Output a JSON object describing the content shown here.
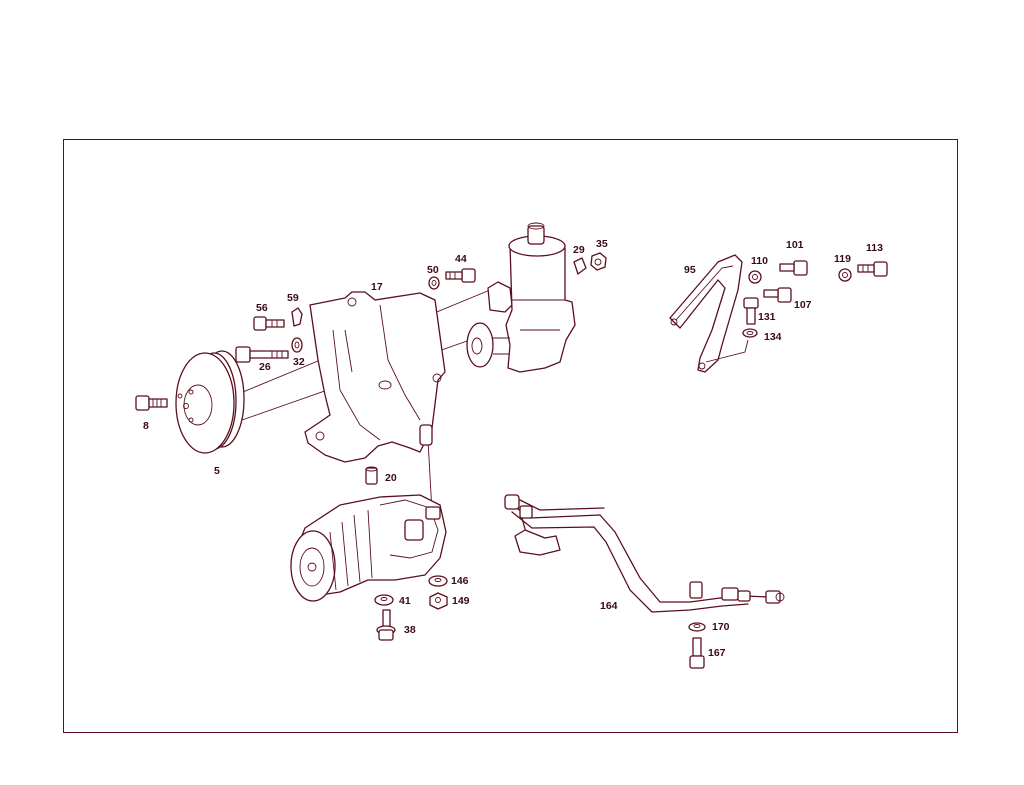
{
  "diagram": {
    "line_color": "#5a0f1e",
    "labels": {
      "p5": "5",
      "p8": "8",
      "p17": "17",
      "p20": "20",
      "p26": "26",
      "p29": "29",
      "p32": "32",
      "p35": "35",
      "p38": "38",
      "p41": "41",
      "p44": "44",
      "p50": "50",
      "p56": "56",
      "p59": "59",
      "p95": "95",
      "p101": "101",
      "p107": "107",
      "p110": "110",
      "p113": "113",
      "p119": "119",
      "p131": "131",
      "p134": "134",
      "p146": "146",
      "p149": "149",
      "p164": "164",
      "p167": "167",
      "p170": "170"
    }
  }
}
